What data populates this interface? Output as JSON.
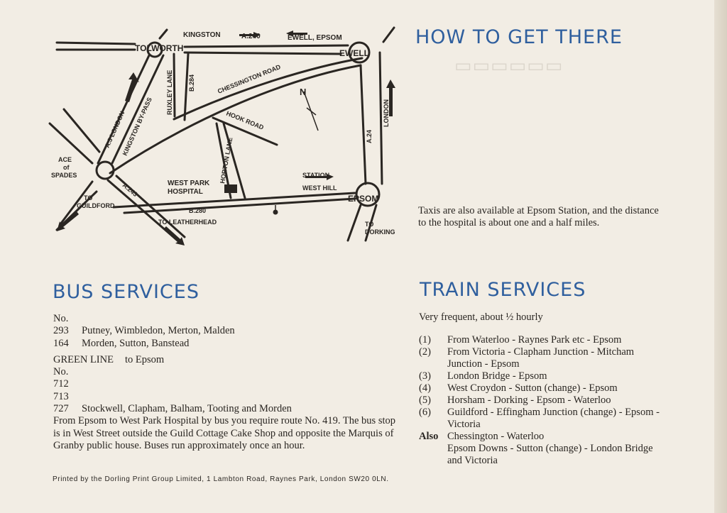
{
  "headings": {
    "how_to_get_there": "HOW TO GET THERE",
    "bus_services": "BUS SERVICES",
    "train_services": "TRAIN SERVICES"
  },
  "map": {
    "labels": {
      "kingston": "KINGSTON",
      "a240": "A.240",
      "ewell_epsom": "EWELL, EPSOM",
      "tolworth": "TOLWORTH",
      "ewell": "EWELL",
      "ruxley_lane": "RUXLEY LANE",
      "b284": "B.284",
      "chessington_road": "CHESSINGTON ROAD",
      "a3_london": "A.3 LONDON",
      "kingston_bypass": "KINGSTON BY-PASS",
      "hook_road": "HOOK ROAD",
      "horton_lane": "HORTON LANE",
      "north": "N",
      "a24": "A.24",
      "london": "LONDON",
      "ace": "ACE",
      "of": "of",
      "spades": "SPADES",
      "west_park": "WEST PARK",
      "hospital": "HOSPITAL",
      "station": "STATION",
      "west_hill": "WEST HILL",
      "epsom": "EPSOM",
      "to_guildford_1": "TO",
      "to_guildford_2": "GUILDFORD",
      "a243": "A.243",
      "b280": "B.280",
      "to_leatherhead": "TO LEATHERHEAD",
      "to_dorking_1": "TO",
      "to_dorking_2": "DORKING"
    }
  },
  "taxi_text": "Taxis are also available at Epsom Station, and the distance to the hospital is about one and a half miles.",
  "bus": {
    "no_label": "No.",
    "routes": [
      {
        "num": "293",
        "dest": "Putney, Wimbledon, Merton, Malden"
      },
      {
        "num": "164",
        "dest": "Morden, Sutton, Banstead"
      }
    ],
    "green_line_label": "GREEN LINE",
    "green_line_dest": "to Epsom",
    "green_no_label": "No.",
    "green_routes": [
      {
        "num": "712",
        "dest": ""
      },
      {
        "num": "713",
        "dest": ""
      },
      {
        "num": "727",
        "dest": "Stockwell, Clapham, Balham, Tooting and Morden"
      }
    ],
    "note": "From Epsom to West Park Hospital by bus you require route No. 419. The bus stop is in West Street outside the Guild Cottage Cake Shop and opposite the Marquis of Granby public house. Buses run approximately once an hour."
  },
  "train": {
    "intro": "Very frequent, about ½ hourly",
    "items": [
      {
        "mark": "(1)",
        "text": "From Waterloo - Raynes Park etc - Epsom"
      },
      {
        "mark": "(2)",
        "text": "From Victoria - Clapham Junction - Mitcham Junction - Epsom"
      },
      {
        "mark": "(3)",
        "text": "London Bridge - Epsom"
      },
      {
        "mark": "(4)",
        "text": "West Croydon - Sutton (change) - Epsom"
      },
      {
        "mark": "(5)",
        "text": "Horsham - Dorking - Epsom - Waterloo"
      },
      {
        "mark": "(6)",
        "text": "Guildford - Effingham Junction (change) - Epsom - Victoria"
      }
    ],
    "also_label": "Also",
    "also_items": [
      "Chessington - Waterloo",
      "Epsom Downs - Sutton (change) - London Bridge and Victoria"
    ]
  },
  "footer": "Printed by the Dorling Print Group Limited, 1 Lambton Road, Raynes Park, London SW20 0LN.",
  "colors": {
    "heading": "#2f5f9e",
    "paper": "#f2ede4",
    "ink": "#2a2622"
  }
}
